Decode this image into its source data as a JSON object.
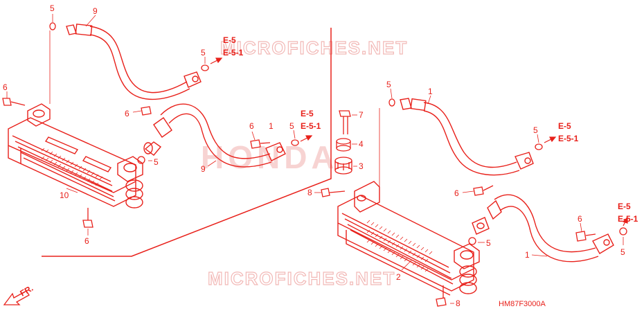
{
  "watermarks": {
    "top": "MICROFICHES.NET",
    "bottom": "MICROFICHES.NET",
    "brand": "HONDA"
  },
  "diagram_code": "HM87F3000A",
  "front_label": "FR.",
  "part_numbers": {
    "p1": "1",
    "p2": "2",
    "p3": "3",
    "p4": "4",
    "p5": "5",
    "p6": "6",
    "p7": "7",
    "p8": "8",
    "p9": "9",
    "p10": "10"
  },
  "references": {
    "e5": "E-5",
    "e51": "E-5-1"
  },
  "colors": {
    "line": "#e8201a",
    "watermark": "#f2b8b6",
    "brand_watermark": "#f7d3d2"
  }
}
